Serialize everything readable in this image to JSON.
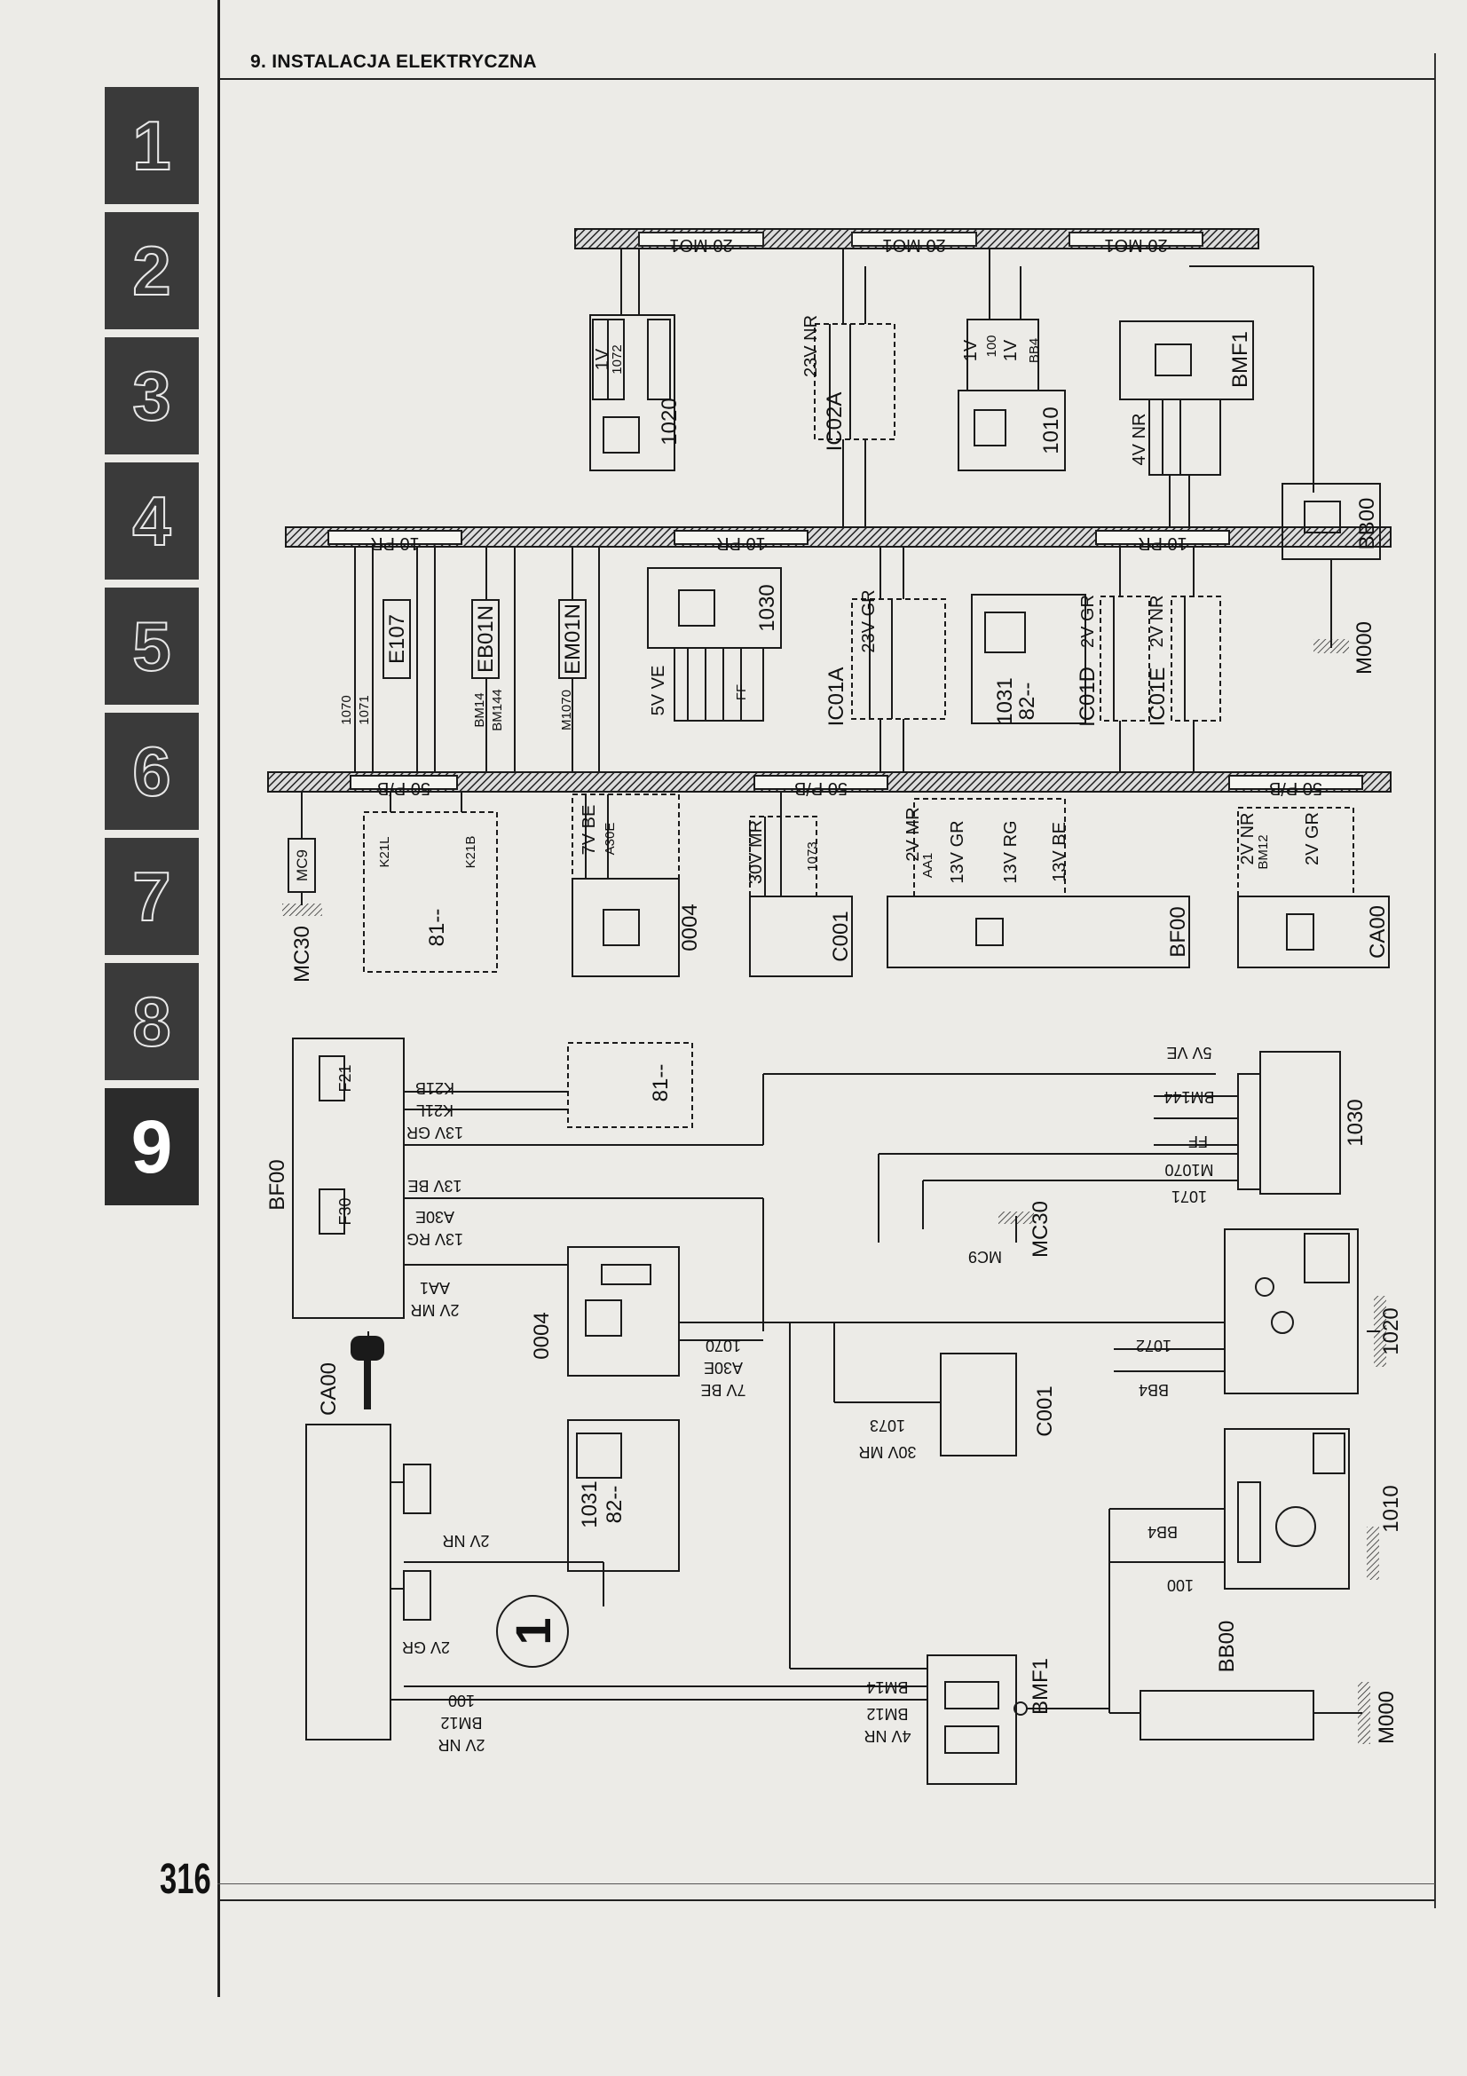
{
  "header": {
    "title": "9. INSTALACJA ELEKTRYCZNA"
  },
  "page_number": "316",
  "chapter_tabs": [
    "1",
    "2",
    "3",
    "4",
    "5",
    "6",
    "7",
    "8",
    "9"
  ],
  "active_tab": "9",
  "diagram": {
    "buses": {
      "b20mo_1": "20 MO1",
      "b20mo_2": "20 MO1",
      "b20mo_3": "20 MO1",
      "b10pr_1": "10 PR",
      "b10pr_2": "10 PR",
      "b10pr_3": "10 PR",
      "b50pb_1": "50 P/B",
      "b50pb_2": "50 P/B",
      "b50pb_3": "50 P/B"
    },
    "components": {
      "c1020": "1020",
      "c1010": "1010",
      "bmf1": "BMF1",
      "bb00": "BB00",
      "m000": "M000",
      "c1030": "1030",
      "c1031": "1031",
      "c82": "82--",
      "e107": "E107",
      "eb01n": "EB01N",
      "em01n": "EM01N",
      "ic02a": "IC02A",
      "ic01a": "IC01A",
      "ic01d": "IC01D",
      "ic01e": "IC01E",
      "mc30": "MC30",
      "mc9": "MC9",
      "c0004": "0004",
      "c001": "C001",
      "bf00": "BF00",
      "ca00": "CA00",
      "c81": "81--"
    },
    "connectors": {
      "n1v_1": "1V",
      "n1v_2": "1V",
      "n1v_3": "1V",
      "n23vnr": "23V NR",
      "n4vnr": "4V NR",
      "n5vve": "5V VE",
      "n23vgr": "23V GR",
      "n2vgr": "2V GR",
      "n2vnr": "2V NR",
      "n7vbe": "7V BE",
      "n30vmr": "30V MR",
      "n2vmr": "2V MR",
      "n13vgr": "13V GR",
      "n13vrg": "13V RG",
      "n13vbe": "13V BE",
      "n2vnr_b": "2V NR",
      "n2vgr_b": "2V GR"
    },
    "wires": {
      "w1072": "1072",
      "w100": "100",
      "w1070": "1070",
      "w1071": "1071",
      "w1073": "1073",
      "wbb4": "BB4",
      "wbm14": "BM14",
      "wbm144": "BM144",
      "wm1070": "M1070",
      "wff": "FF",
      "wk21l": "K21L",
      "wk21b": "K21B",
      "wa30e": "A30E",
      "waa1": "AA1",
      "wbm12": "BM12",
      "wf21": "F21",
      "wf30": "F30"
    },
    "left_labels": {
      "l5vve": "5V VE",
      "lbm144": "BM144",
      "lff": "FF",
      "lm1070": "M1070",
      "l1071": "1071",
      "l1072": "1072",
      "lbb4": "BB4",
      "lmc9": "MC9",
      "l1073": "1073",
      "l30vmr": "30V MR",
      "l1070": "1070",
      "la30e": "A30E",
      "l7vbe": "7V BE",
      "lbb4b": "BB4",
      "l100": "100",
      "lbm14": "BM14",
      "lbm12": "BM12",
      "l4vnr": "4V NR",
      "lk21b": "K21B",
      "lk21l": "K21L",
      "l13vgr": "13V GR",
      "l13vbe": "13V BE",
      "la30eb": "A30E",
      "l13vrg": "13V RG",
      "laa1": "AA1",
      "l2vmr": "2V MR",
      "l2vnr": "2V NR",
      "l2vgr": "2V GR",
      "l100b": "100",
      "lbm12b": "BM12",
      "l2vnrb": "2V NR",
      "circle1": "1"
    }
  }
}
